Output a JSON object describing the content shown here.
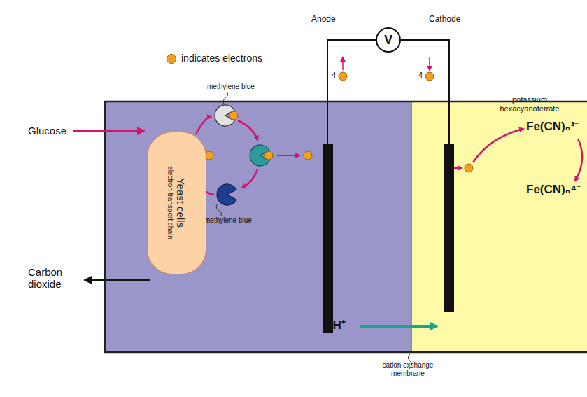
{
  "diagram": {
    "nodes": [
      {
        "text": [
          "V"
        ]
      },
      {
        "text": [
          "Yeast cells",
          "electron transport chain"
        ]
      }
    ],
    "labels": [
      "Anode",
      "Cathode",
      "4",
      "4",
      "Glucose",
      "Carbon dioxide",
      "methylene blue",
      "methylene blue",
      "potassium hexacyanoferrate",
      "Fe(CN)₆³⁻",
      "Fe(CN)₆⁴⁻",
      "4H⁺",
      "cation exchange membrane"
    ],
    "legend": [
      {
        "text": "indicates electrons",
        "color": "#f5a01a"
      }
    ]
  }
}
